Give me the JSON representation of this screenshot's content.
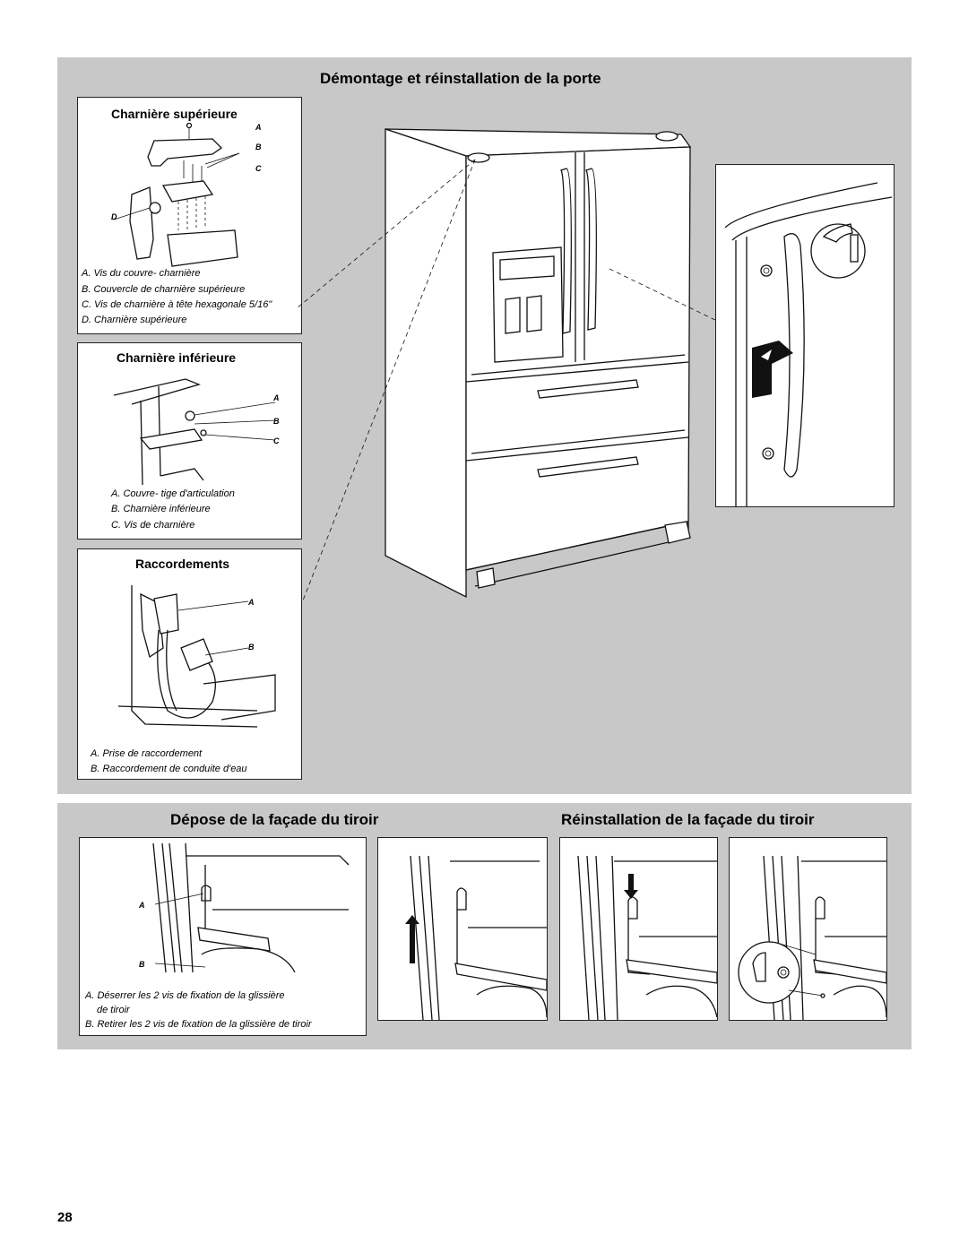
{
  "page_number": "28",
  "door_section": {
    "title": "Démontage et réinstallation de la porte",
    "top_hinge": {
      "title": "Charnière supérieure",
      "labels": [
        "A",
        "B",
        "C",
        "D"
      ],
      "captions": [
        "A. Vis du couvre- charnière",
        "B. Couvercle de charnière supérieure",
        "C. Vis de charnière à tête hexagonale 5/16\"",
        "D. Charnière supérieure"
      ]
    },
    "bottom_hinge": {
      "title": "Charnière inférieure",
      "labels": [
        "A",
        "B",
        "C"
      ],
      "captions": [
        "A. Couvre- tige d'articulation",
        "B. Charnière inférieure",
        "C. Vis de charnière"
      ]
    },
    "connections": {
      "title": "Raccordements",
      "labels": [
        "A",
        "B"
      ],
      "captions": [
        "A. Prise de raccordement",
        "B. Raccordement de conduite d'eau"
      ]
    }
  },
  "drawer_removal": {
    "title": "Dépose de la façade du tiroir",
    "labels": [
      "A",
      "B"
    ],
    "captions": [
      "A. Déserrer les 2 vis de fixation de la glissière",
      "de tiroir",
      "B. Retirer les 2 vis de fixation de la glissière de tiroir"
    ]
  },
  "drawer_reinstall": {
    "title": "Réinstallation de la façade du tiroir"
  }
}
